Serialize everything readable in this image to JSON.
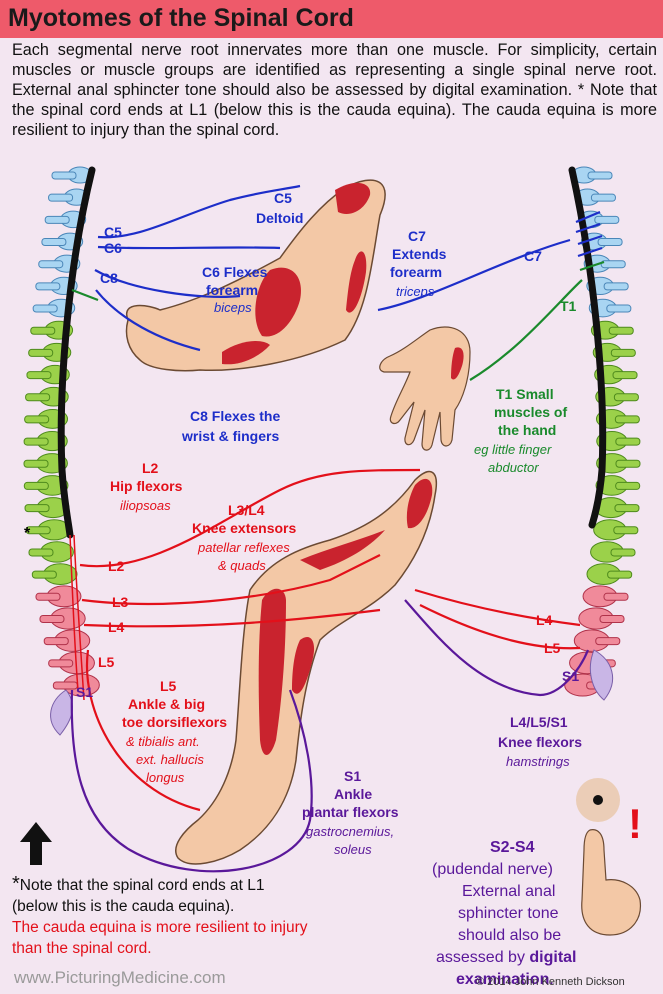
{
  "title": "Myotomes of the Spinal Cord",
  "intro": "Each segmental nerve root innervates more than one muscle. For simplicity, certain muscles or muscle groups are identified as representing a single spinal nerve root. External anal sphincter tone should also be assessed by digital examination. * Note that the spinal cord ends at L1 (below this is the cauda equina). The cauda equina is more resilient to injury than the spinal cord.",
  "colors": {
    "cervical": "#1d2ec9",
    "thoracic": "#1a8a2c",
    "lumbar": "#e3101a",
    "sacral": "#5a189a",
    "banner": "#ee5a6a"
  },
  "icons": [
    "spine-left-illustration",
    "spine-right-illustration",
    "arm-illustration",
    "hand-illustration",
    "leg-illustration",
    "finger-illustration",
    "up-arrow-icon",
    "exclamation-icon"
  ],
  "left_spine_labels": {
    "c5": "C5",
    "c6": "C6",
    "c8": "C8",
    "l2": "L2",
    "l3": "L3",
    "l4": "L4",
    "l5": "L5",
    "s1": "S1",
    "asterisk": "*"
  },
  "right_spine_labels": {
    "c7": "C7",
    "t1": "T1",
    "l4": "L4",
    "l5": "L5",
    "s1": "S1"
  },
  "upper": {
    "c5": {
      "level": "C5",
      "muscle": "Deltoid"
    },
    "c6": {
      "title": "C6 Flexes",
      "title2": "forearm",
      "muscle": "biceps"
    },
    "c7": {
      "level": "C7",
      "title": "Extends",
      "title2": "forearm",
      "muscle": "triceps"
    },
    "c8": {
      "title": "C8 Flexes the",
      "title2": "wrist & fingers"
    },
    "t1": {
      "title": "T1 Small",
      "title2": "muscles of",
      "title3": "the hand",
      "muscle": "eg little finger",
      "muscle2": "abductor"
    }
  },
  "lower": {
    "l2": {
      "level": "L2",
      "title": "Hip flexors",
      "muscle": "iliopsoas"
    },
    "l3l4": {
      "level": "L3/L4",
      "title": "Knee extensors",
      "muscle": "patellar reflexes",
      "muscle2": "& quads"
    },
    "l5": {
      "level": "L5",
      "title": "Ankle & big",
      "title2": "toe dorsiflexors",
      "muscle": "& tibialis ant.",
      "muscle2": "ext. hallucis",
      "muscle3": "longus"
    },
    "l4l5s1": {
      "level": "L4/L5/S1",
      "title": "Knee flexors",
      "muscle": "hamstrings"
    },
    "s1": {
      "level": "S1",
      "title": "Ankle",
      "title2": "plantar flexors",
      "muscle": "gastrocnemius,",
      "muscle2": "soleus"
    },
    "s2s4": {
      "level": "S2-S4",
      "line1": "(pudendal nerve)",
      "line2": "External anal",
      "line3": "sphincter tone",
      "line4": "should also be",
      "line5_prefix": "assessed by",
      "line5_bold": "digital",
      "line6_bold": "examination",
      "line6_suffix": "."
    }
  },
  "note": {
    "asterisk": "*",
    "text": "Note that the spinal cord ends at L1 (below this is the cauda equina).",
    "red_text": "The cauda equina is more resilient to injury than the spinal cord."
  },
  "exclamation": "!",
  "footer": {
    "website": "www.PicturingMedicine.com",
    "copyright": "© 2014 John Kenneth Dickson"
  }
}
